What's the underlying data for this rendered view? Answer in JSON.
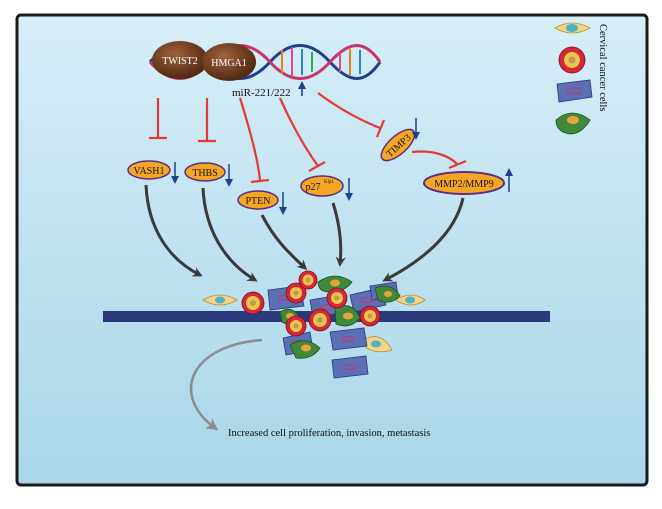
{
  "colors": {
    "background_top": "#d6eef7",
    "background_bottom": "#a9d6e9",
    "frame": "#1a1a1a",
    "inhibition": "#e53935",
    "membrane": "#2b3a7a",
    "oval_fill": "#f5a623",
    "oval_outline": "#5b2d86",
    "activation_arrow": "#3a3a3a",
    "down_up_arrow": "#1f3f8f",
    "protein_bead": "#6b3a1f"
  },
  "header": {
    "proteins": [
      "TWIST2",
      "HMGA1"
    ],
    "mirna": "miR-221/222"
  },
  "targets": {
    "vash1": "VASH1",
    "thbs": "THBS",
    "pten": "PTEN",
    "p27": "p27",
    "p27_superscript": "Kip1",
    "timp3": "TIMP3",
    "mmp": "MMP2/MMP9"
  },
  "target_regulation": {
    "vash1": "down-arrow",
    "thbs": "down-arrow",
    "pten": "down-arrow",
    "p27": "down-arrow",
    "timp3": "down-arrow",
    "mmp": "up-arrow",
    "mirna": "up-arrow"
  },
  "legend": {
    "label": "Cervical cancer cells"
  },
  "footer": {
    "outcome": "Increased cell proliferation, invasion, metastasis"
  }
}
